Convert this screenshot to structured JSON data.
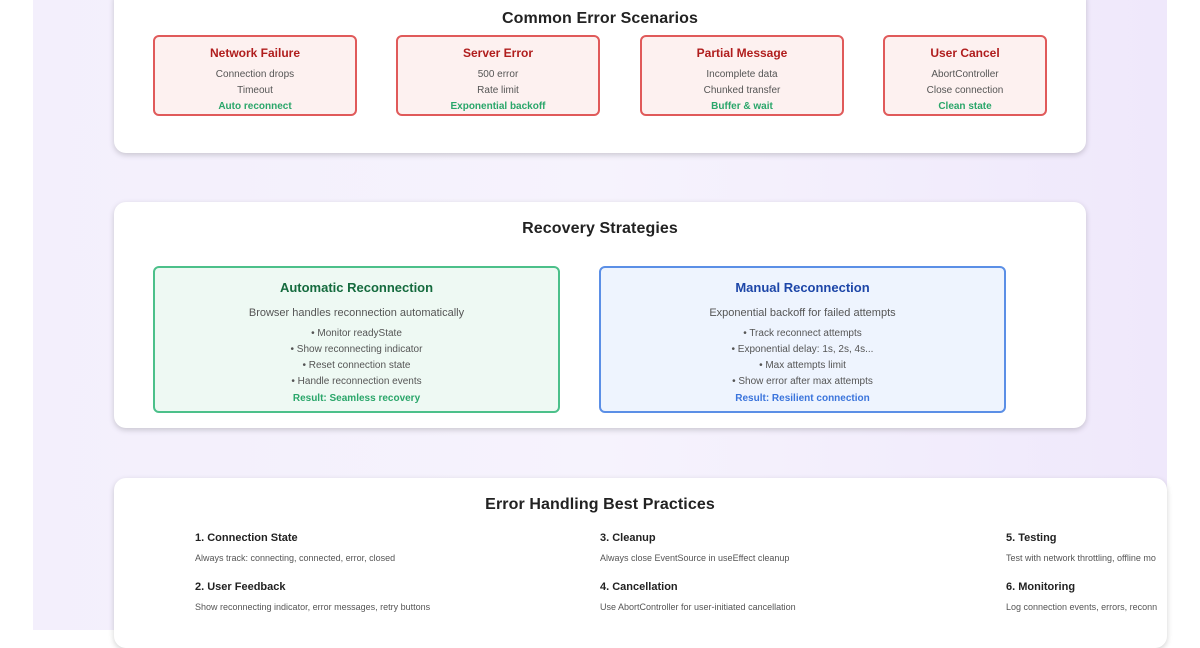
{
  "scenarios": {
    "title": "Common Error Scenarios",
    "items": [
      {
        "title": "Network Failure",
        "line1": "Connection drops",
        "line2": "Timeout",
        "result": "Auto reconnect"
      },
      {
        "title": "Server Error",
        "line1": "500 error",
        "line2": "Rate limit",
        "result": "Exponential backoff"
      },
      {
        "title": "Partial Message",
        "line1": "Incomplete data",
        "line2": "Chunked transfer",
        "result": "Buffer & wait"
      },
      {
        "title": "User Cancel",
        "line1": "AbortController",
        "line2": "Close connection",
        "result": "Clean state"
      }
    ]
  },
  "recovery": {
    "title": "Recovery Strategies",
    "automatic": {
      "title": "Automatic Reconnection",
      "desc": "Browser handles reconnection automatically",
      "points": [
        "• Monitor readyState",
        "• Show reconnecting indicator",
        "• Reset connection state",
        "• Handle reconnection events"
      ],
      "result": "Result: Seamless recovery"
    },
    "manual": {
      "title": "Manual Reconnection",
      "desc": "Exponential backoff for failed attempts",
      "points": [
        "• Track reconnect attempts",
        "• Exponential delay: 1s, 2s, 4s...",
        "• Max attempts limit",
        "• Show error after max attempts"
      ],
      "result": "Result: Resilient connection"
    }
  },
  "practices": {
    "title": "Error Handling Best Practices",
    "items": [
      {
        "heading": "1. Connection State",
        "text": "Always track: connecting, connected, error, closed"
      },
      {
        "heading": "2. User Feedback",
        "text": "Show reconnecting indicator, error messages, retry buttons"
      },
      {
        "heading": "3. Cleanup",
        "text": "Always close EventSource in useEffect cleanup"
      },
      {
        "heading": "4. Cancellation",
        "text": "Use AbortController for user-initiated cancellation"
      },
      {
        "heading": "5. Testing",
        "text": "Test with network throttling, offline mo"
      },
      {
        "heading": "6. Monitoring",
        "text": "Log connection events, errors, reconn"
      }
    ]
  }
}
